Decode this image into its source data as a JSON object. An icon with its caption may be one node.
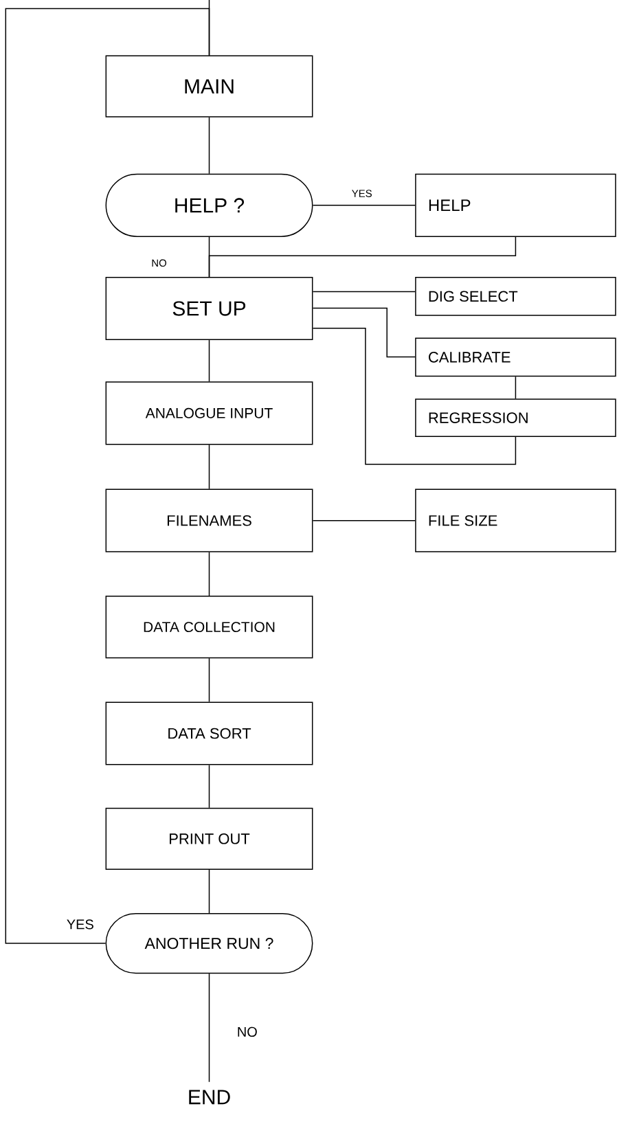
{
  "diagram": {
    "nodes": [
      {
        "text": [
          "MAIN"
        ]
      },
      {
        "text": [
          "HELP ?"
        ]
      },
      {
        "text": [
          "HELP"
        ]
      },
      {
        "text": [
          "SET UP"
        ]
      },
      {
        "text": [
          "DIG SELECT"
        ]
      },
      {
        "text": [
          "CALIBRATE"
        ]
      },
      {
        "text": [
          "REGRESSION"
        ]
      },
      {
        "text": [
          "ANALOGUE INPUT"
        ]
      },
      {
        "text": [
          "FILENAMES"
        ]
      },
      {
        "text": [
          "FILE SIZE"
        ]
      },
      {
        "text": [
          "DATA COLLECTION"
        ]
      },
      {
        "text": [
          "DATA SORT"
        ]
      },
      {
        "text": [
          "PRINT OUT"
        ]
      },
      {
        "text": [
          "ANOTHER RUN ?"
        ]
      },
      {
        "text": [
          "END"
        ]
      }
    ],
    "edges": [
      {
        "from": null,
        "to": 0,
        "arrow": "none"
      },
      {
        "from": 0,
        "to": 1,
        "arrow": "none"
      },
      {
        "from": 1,
        "to": 2,
        "arrow": "none",
        "label": "YES"
      },
      {
        "from": 1,
        "to": 3,
        "arrow": "none",
        "label": "NO"
      },
      {
        "from": 2,
        "to": 3,
        "arrow": "none"
      },
      {
        "from": 3,
        "to": 4,
        "arrow": "none"
      },
      {
        "from": 3,
        "to": 5,
        "arrow": "none"
      },
      {
        "from": 3,
        "to": 6,
        "arrow": "none"
      },
      {
        "from": 5,
        "to": 6,
        "arrow": "none"
      },
      {
        "from": 3,
        "to": 7,
        "arrow": "none"
      },
      {
        "from": 7,
        "to": 8,
        "arrow": "none"
      },
      {
        "from": 8,
        "to": 9,
        "arrow": "none"
      },
      {
        "from": 8,
        "to": 10,
        "arrow": "none"
      },
      {
        "from": 10,
        "to": 11,
        "arrow": "none"
      },
      {
        "from": 11,
        "to": 12,
        "arrow": "none"
      },
      {
        "from": 12,
        "to": 13,
        "arrow": "none"
      },
      {
        "from": 13,
        "to": 0,
        "arrow": "none",
        "label": "YES"
      },
      {
        "from": 13,
        "to": 14,
        "arrow": "none",
        "label": "NO"
      }
    ]
  }
}
